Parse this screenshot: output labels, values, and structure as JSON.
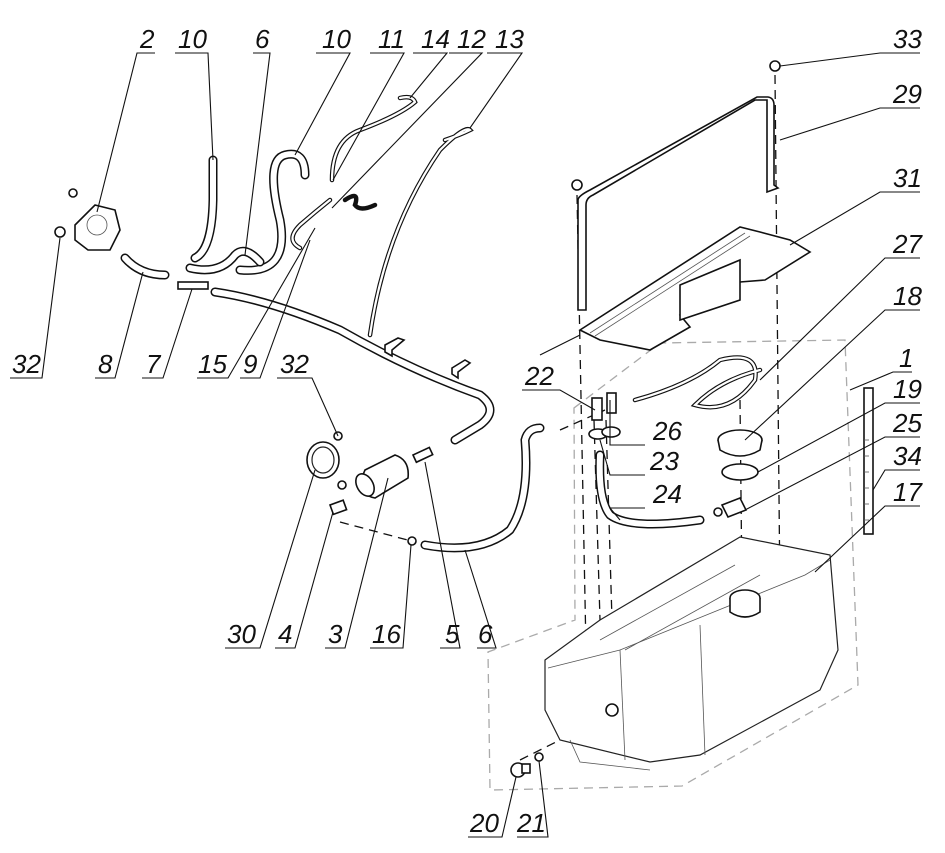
{
  "diagram": {
    "title": "Fuel system exploded parts diagram",
    "callouts": [
      {
        "id": "c2",
        "label": "2",
        "part": "fuel-pump"
      },
      {
        "id": "c10a",
        "label": "10",
        "part": "hose"
      },
      {
        "id": "c6a",
        "label": "6",
        "part": "hose"
      },
      {
        "id": "c10b",
        "label": "10",
        "part": "hose"
      },
      {
        "id": "c11",
        "label": "11",
        "part": "hose"
      },
      {
        "id": "c14",
        "label": "14",
        "part": "hose"
      },
      {
        "id": "c12",
        "label": "12",
        "part": "tee-fitting"
      },
      {
        "id": "c13",
        "label": "13",
        "part": "long-hose"
      },
      {
        "id": "c33",
        "label": "33",
        "part": "nut"
      },
      {
        "id": "c29",
        "label": "29",
        "part": "tank-strap"
      },
      {
        "id": "c31",
        "label": "31",
        "part": "tank-bracket"
      },
      {
        "id": "c27",
        "label": "27",
        "part": "cable"
      },
      {
        "id": "c18",
        "label": "18",
        "part": "filler-cap"
      },
      {
        "id": "c1",
        "label": "1",
        "part": "tank-assembly"
      },
      {
        "id": "c19",
        "label": "19",
        "part": "sealing-ring"
      },
      {
        "id": "c25",
        "label": "25",
        "part": "filler-strainer"
      },
      {
        "id": "c34",
        "label": "34",
        "part": "dipstick"
      },
      {
        "id": "c17",
        "label": "17",
        "part": "fuel-tank"
      },
      {
        "id": "c32a",
        "label": "32",
        "part": "nut"
      },
      {
        "id": "c8",
        "label": "8",
        "part": "hose"
      },
      {
        "id": "c7",
        "label": "7",
        "part": "tee-fitting"
      },
      {
        "id": "c15",
        "label": "15",
        "part": "clamp"
      },
      {
        "id": "c9",
        "label": "9",
        "part": "hose"
      },
      {
        "id": "c32b",
        "label": "32",
        "part": "nut"
      },
      {
        "id": "c22",
        "label": "22",
        "part": "fuel-pickup"
      },
      {
        "id": "c26",
        "label": "26",
        "part": "return-fitting"
      },
      {
        "id": "c23",
        "label": "23",
        "part": "grommet"
      },
      {
        "id": "c24",
        "label": "24",
        "part": "hose"
      },
      {
        "id": "c30",
        "label": "30",
        "part": "filter-clamp"
      },
      {
        "id": "c4",
        "label": "4",
        "part": "fitting"
      },
      {
        "id": "c3",
        "label": "3",
        "part": "fuel-filter"
      },
      {
        "id": "c16",
        "label": "16",
        "part": "hose-clamp"
      },
      {
        "id": "c5",
        "label": "5",
        "part": "fitting"
      },
      {
        "id": "c6b",
        "label": "6",
        "part": "hose"
      },
      {
        "id": "c20",
        "label": "20",
        "part": "drain-plug"
      },
      {
        "id": "c21",
        "label": "21",
        "part": "washer"
      }
    ]
  }
}
